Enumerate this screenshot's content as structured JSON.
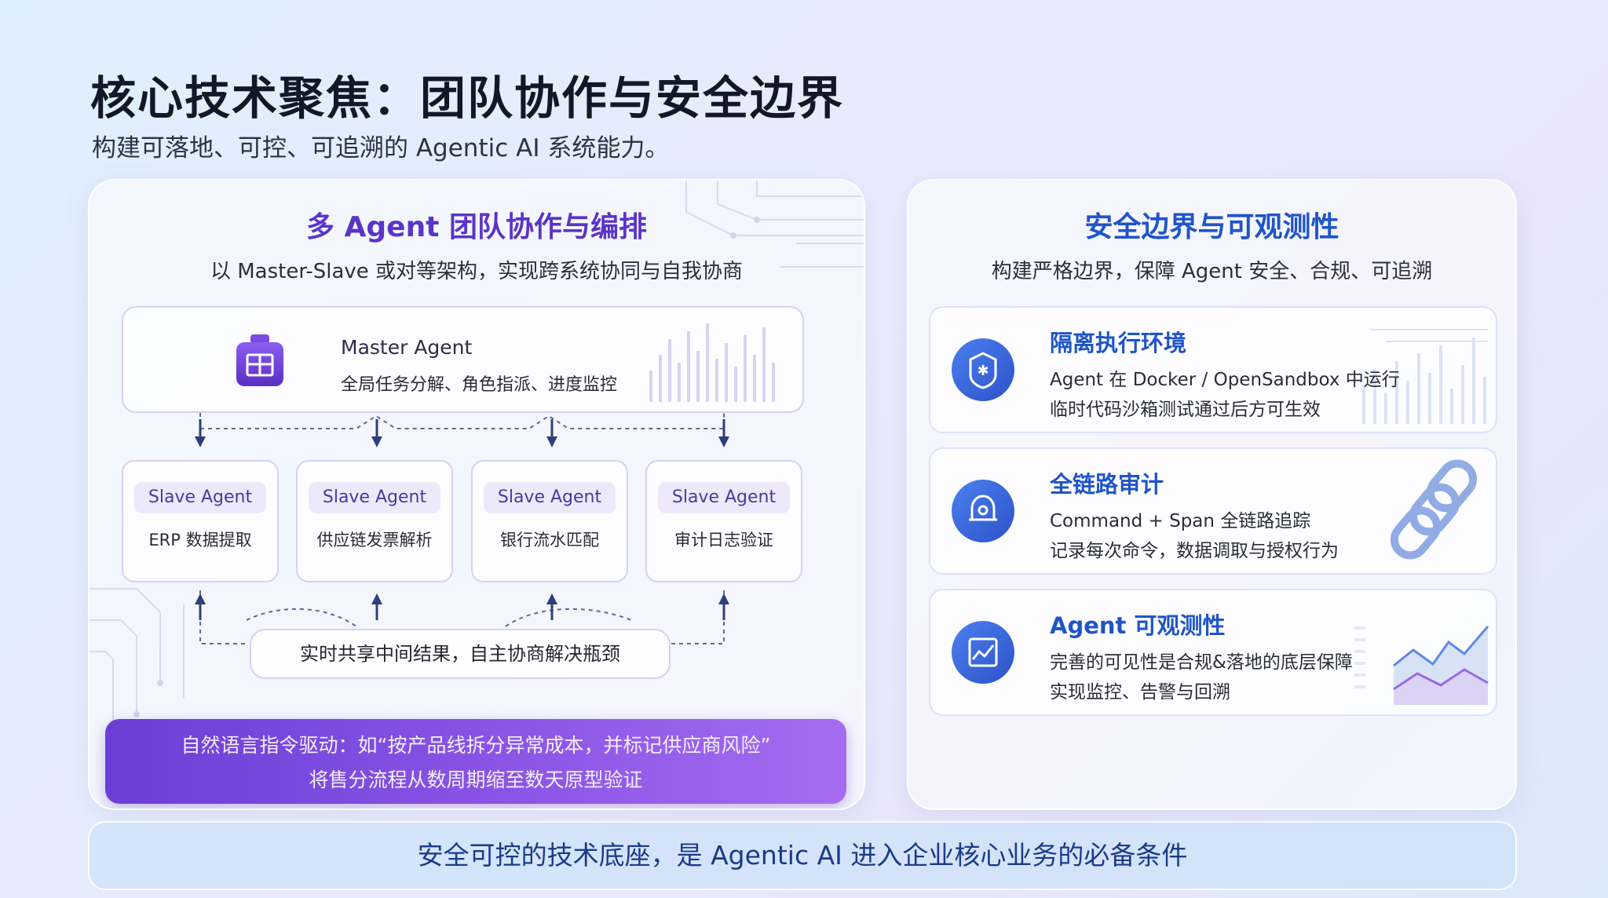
{
  "header": {
    "title": "核心技术聚焦：团队协作与安全边界",
    "subtitle": "构建可落地、可控、可追溯的 Agentic AI 系统能力。"
  },
  "left_panel": {
    "title": "多 Agent 团队协作与编排",
    "subtitle": "以 Master-Slave 或对等架构，实现跨系统协同与自我协商",
    "master": {
      "name": "Master Agent",
      "desc": "全局任务分解、角色指派、进度监控",
      "icon": "building-icon"
    },
    "slaves": [
      {
        "tag": "Slave Agent",
        "desc": "ERP 数据提取"
      },
      {
        "tag": "Slave Agent",
        "desc": "供应链发票解析"
      },
      {
        "tag": "Slave Agent",
        "desc": "银行流水匹配"
      },
      {
        "tag": "Slave Agent",
        "desc": "审计日志验证"
      }
    ],
    "share": "实时共享中间结果，自主协商解决瓶颈",
    "nl": {
      "line1": "自然语言指令驱动：如“按产品线拆分异常成本，并标记供应商风险”",
      "line2": "将售分流程从数周期缩至数天原型验证"
    }
  },
  "right_panel": {
    "title": "安全边界与可观测性",
    "subtitle": "构建严格边界，保障 Agent 安全、合规、可追溯",
    "cards": [
      {
        "title": "隔离执行环境",
        "line1": "Agent 在 Docker / OpenSandbox 中运行",
        "line2": "临时代码沙箱测试通过后方可生效",
        "icon": "shield-icon"
      },
      {
        "title": "全链路审计",
        "line1": "Command + Span 全链路追踪",
        "line2": "记录每次命令，数据调取与授权行为",
        "icon": "audit-bell-icon"
      },
      {
        "title": "Agent 可观测性",
        "line1": "完善的可见性是合规&落地的底层保障",
        "line2": "实现监控、告警与回溯",
        "icon": "chart-icon"
      }
    ]
  },
  "footer": {
    "text": "安全可控的技术底座，是 Agentic AI 进入企业核心业务的必备条件"
  },
  "colors": {
    "purple_accent": "#5b34c8",
    "blue_accent": "#1f55c8",
    "banner_gradient_start": "#6a3fd6",
    "banner_gradient_end": "#a56cf0"
  }
}
